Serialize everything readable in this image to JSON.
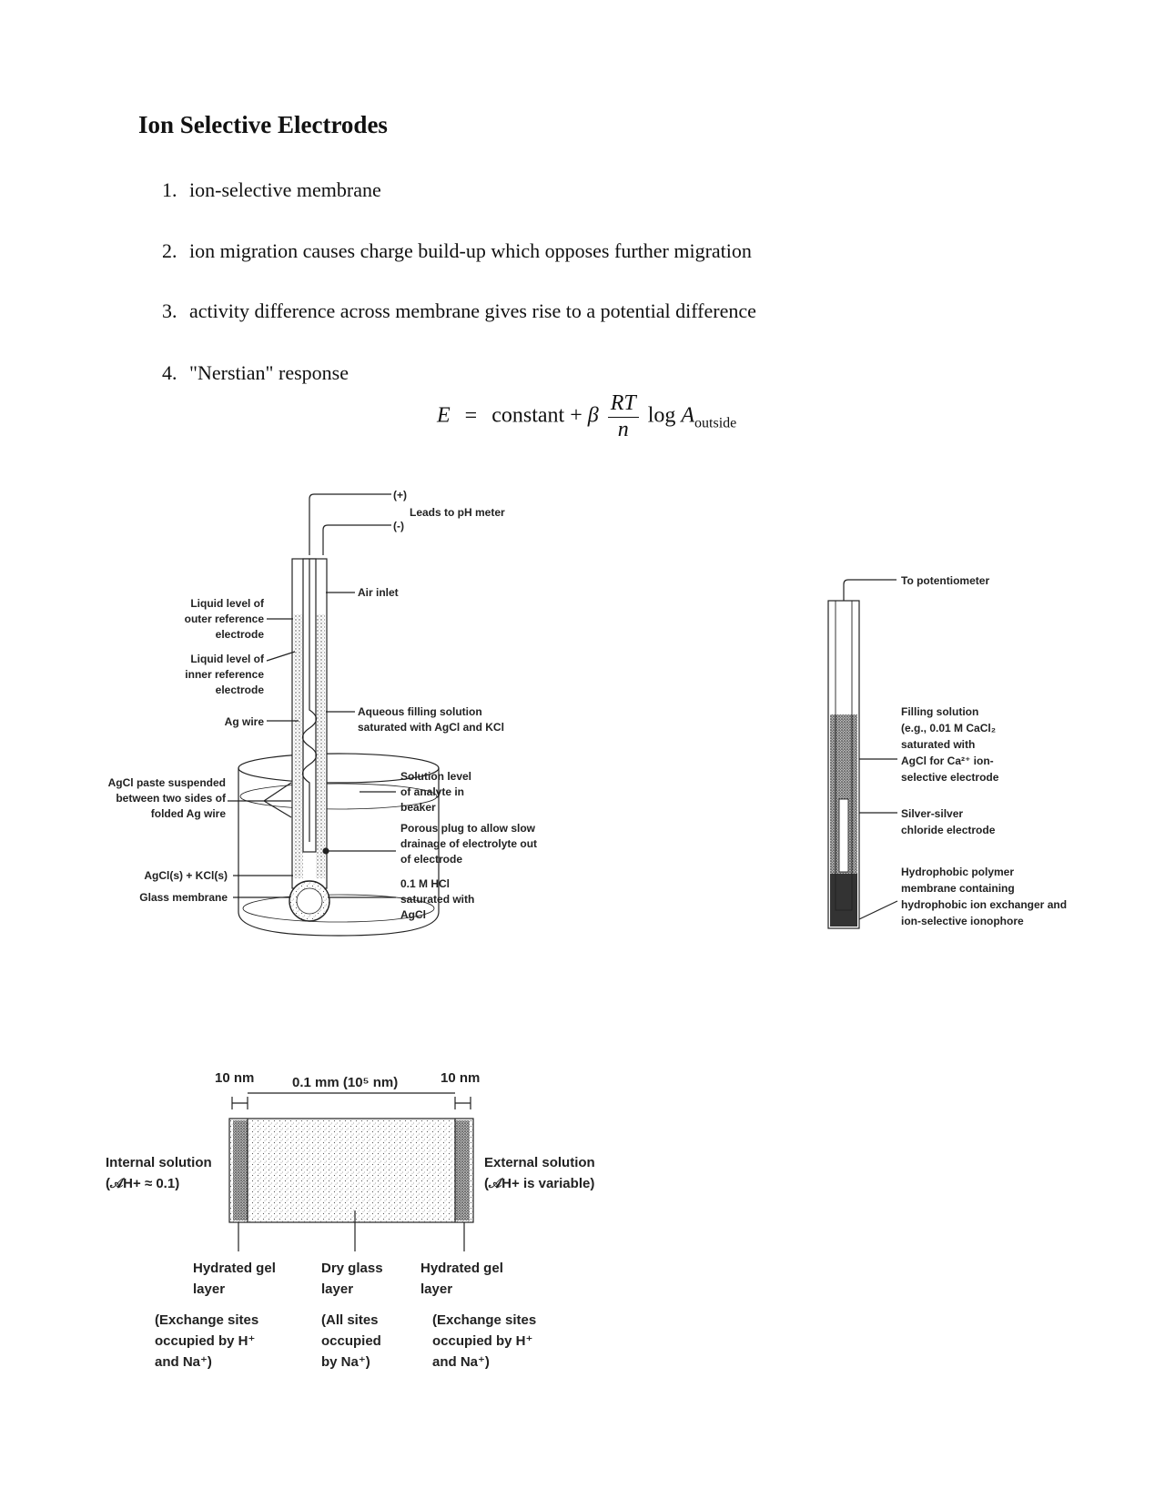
{
  "title": "Ion Selective Electrodes",
  "list": [
    {
      "num": "1.",
      "text": "ion-selective membrane"
    },
    {
      "num": "2.",
      "text": "ion migration causes charge build-up which opposes further migration"
    },
    {
      "num": "3.",
      "text": "activity difference across membrane gives rise to a potential difference"
    },
    {
      "num": "4.",
      "text": "\"Nerstian\" response"
    }
  ],
  "equation": {
    "lhs": "E",
    "eq": "=",
    "constant": "constant +",
    "beta": "β",
    "num": "RT",
    "den": "n",
    "log": "log",
    "a": "A",
    "sub": "outside"
  },
  "fig1": {
    "plus": "(+)",
    "minus": "(-)",
    "leads": "Leads to pH meter",
    "air_inlet": "Air inlet",
    "outer_level": [
      "Liquid level of",
      "outer reference",
      "electrode"
    ],
    "inner_level": [
      "Liquid level of",
      "inner reference",
      "electrode"
    ],
    "ag_wire": "Ag wire",
    "aqueous": [
      "Aqueous filling solution",
      "saturated with AgCl and KCl"
    ],
    "agcl_paste": [
      "AgCl paste suspended",
      "between two sides of",
      "folded Ag wire"
    ],
    "solution_level": [
      "Solution level",
      "of analyte in",
      "beaker"
    ],
    "porous": [
      "Porous plug to allow slow",
      "drainage of electrolyte out",
      "of electrode"
    ],
    "agcl_kcl": "AgCl(s) + KCl(s)",
    "glass_membrane": "Glass membrane",
    "hcl": [
      "0.1 M HCl",
      "saturated with",
      "AgCl"
    ]
  },
  "fig2": {
    "to_pot": "To potentiometer",
    "filling": [
      "Filling solution",
      "(e.g., 0.01 M CaCl₂",
      "saturated with",
      "AgCl for Ca²⁺ ion-",
      "selective electrode"
    ],
    "silver": [
      "Silver-silver",
      "chloride electrode"
    ],
    "hydrophobic": [
      "Hydrophobic polymer",
      "membrane containing",
      "hydrophobic ion exchanger and",
      "ion-selective ionophore"
    ]
  },
  "fig3": {
    "left_width": "10 nm",
    "mid_width": "0.1 mm (10⁵ nm)",
    "right_width": "10 nm",
    "internal": [
      "Internal solution",
      "(𝒜H+ ≈ 0.1)"
    ],
    "external": [
      "External solution",
      "(𝒜H+ is variable)"
    ],
    "gel_left": [
      "Hydrated gel",
      "layer"
    ],
    "dry": [
      "Dry glass",
      "layer"
    ],
    "gel_right": [
      "Hydrated gel",
      "layer"
    ],
    "ex_left": [
      "(Exchange sites",
      "occupied by H⁺",
      "and Na⁺)"
    ],
    "ex_mid": [
      "(All sites",
      "occupied",
      "by Na⁺)"
    ],
    "ex_right": [
      "(Exchange sites",
      "occupied by H⁺",
      "and Na⁺)"
    ]
  }
}
